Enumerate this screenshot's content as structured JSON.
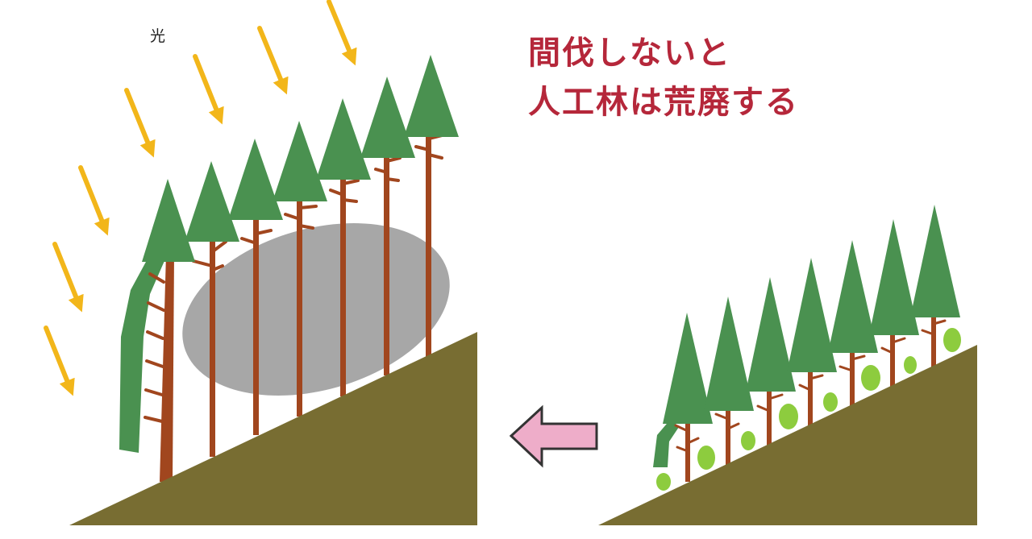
{
  "labels": {
    "light": "光"
  },
  "title": {
    "line1": "間伐しないと",
    "line2": "人工林は荒廃する"
  },
  "colors": {
    "title_text": "#b5273a",
    "tree_green": "#4a9150",
    "trunk_brown": "#a1461e",
    "ground": "#786d32",
    "light_arrow": "#f2b61a",
    "shadow": "#a7a7a7",
    "undergrowth": "#8dcc3e",
    "transition_arrow_fill": "#eeadc9",
    "transition_arrow_stroke": "#333333"
  },
  "icons": {
    "light_rays": "sunlight-arrow-icon",
    "transition": "left-arrow-icon"
  }
}
